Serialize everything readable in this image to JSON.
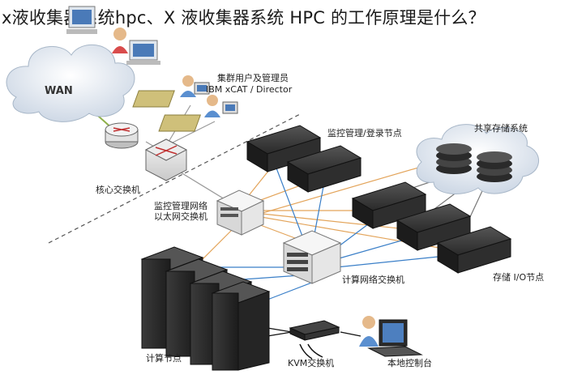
{
  "title": "x液收集器系统hpc、X 液收集器系统 HPC 的工作原理是什么？",
  "diagram": {
    "labels": {
      "wan": "WAN",
      "cluster_users_line1": "集群用户及管理员",
      "cluster_users_line2": "IBM xCAT / Director",
      "core_switch": "核心交换机",
      "monitor_nodes": "监控管理/登录节点",
      "shared_storage": "共享存储系统",
      "mgmt_switch_line1": "监控管理网络",
      "mgmt_switch_line2": "以太网交换机",
      "compute_switch": "计算网络交换机",
      "io_nodes": "存储 I/O节点",
      "compute_nodes": "计算节点",
      "kvm_switch": "KVM交换机",
      "local_console": "本地控制台"
    },
    "colors": {
      "infiniband": "#3a7fc8",
      "ethernet_mgmt": "#e3a45a",
      "backbone": "#9a9a9a",
      "server_dark": "#2b2b2b",
      "cloud": "#e8eef6"
    }
  }
}
